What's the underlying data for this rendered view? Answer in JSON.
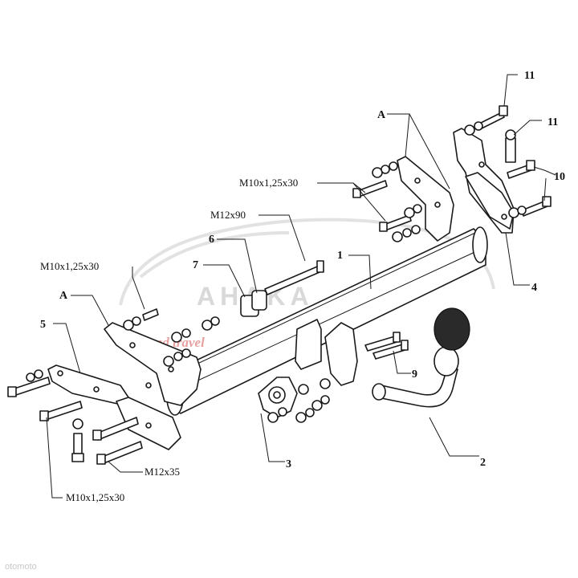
{
  "watermark": {
    "brand": "AHAKA",
    "tagline": "tuck and travel",
    "corner": "otomoto"
  },
  "callouts": {
    "p1": "1",
    "p2": "2",
    "p3": "3",
    "p4": "4",
    "p5": "5",
    "p6": "6",
    "p7": "7",
    "p9": "9",
    "p10": "10",
    "p11a": "11",
    "p11b": "11",
    "a_left": "A",
    "a_top": "A",
    "m12x90": "M12x90",
    "m12x35": "M12x35",
    "m10_top": "M10x1,25x30",
    "m10_left": "M10x1,25x30",
    "m10_bottom": "M10x1,25x30"
  }
}
